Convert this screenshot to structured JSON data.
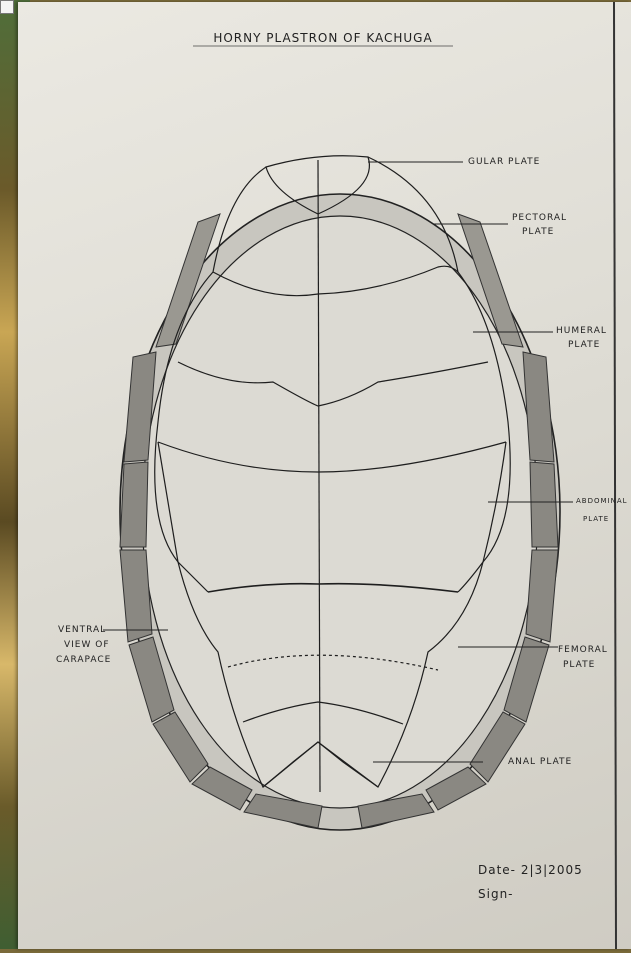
{
  "drawing": {
    "title": "HORNY PLASTRON OF KACHUGA",
    "labels": {
      "gular": "GULAR PLATE",
      "pectoral_line1": "PECTORAL",
      "pectoral_line2": "PLATE",
      "humeral_line1": "HUMERAL",
      "humeral_line2": "PLATE",
      "abdominal_line1": "ABDOMINAL",
      "abdominal_line2": "PLATE",
      "ventral_line1": "VENTRAL",
      "ventral_line2": "VIEW OF",
      "ventral_line3": "CARAPACE",
      "femoral_line1": "FEMORAL",
      "femoral_line2": "PLATE",
      "anal": "ANAL PLATE"
    },
    "date": "Date- 2|3|2005",
    "sign": "Sign-"
  }
}
